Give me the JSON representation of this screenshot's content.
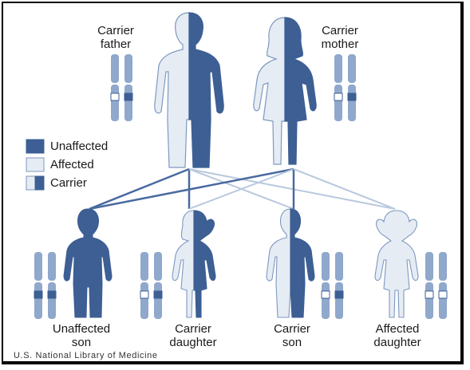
{
  "parents": {
    "father": {
      "label": "Carrier\nfather"
    },
    "mother": {
      "label": "Carrier\nmother"
    }
  },
  "legend": [
    {
      "key": "unaffected",
      "label": "Unaffected"
    },
    {
      "key": "affected",
      "label": "Affected"
    },
    {
      "key": "carrier",
      "label": "Carrier"
    }
  ],
  "children": [
    {
      "key": "unaffected_son",
      "label": "Unaffected\nson"
    },
    {
      "key": "carrier_daughter",
      "label": "Carrier\ndaughter"
    },
    {
      "key": "carrier_son",
      "label": "Carrier\nson"
    },
    {
      "key": "affected_daughter",
      "label": "Affected\ndaughter"
    }
  ],
  "credit": "U.S. National Library of Medicine",
  "colors": {
    "dark": "#3d5f94",
    "light": "#e6ecf4",
    "mid": "#8fa8cc",
    "outline": "#7f98bf",
    "line_dark": "#4a6aa0",
    "line_light": "#b9c8de"
  }
}
